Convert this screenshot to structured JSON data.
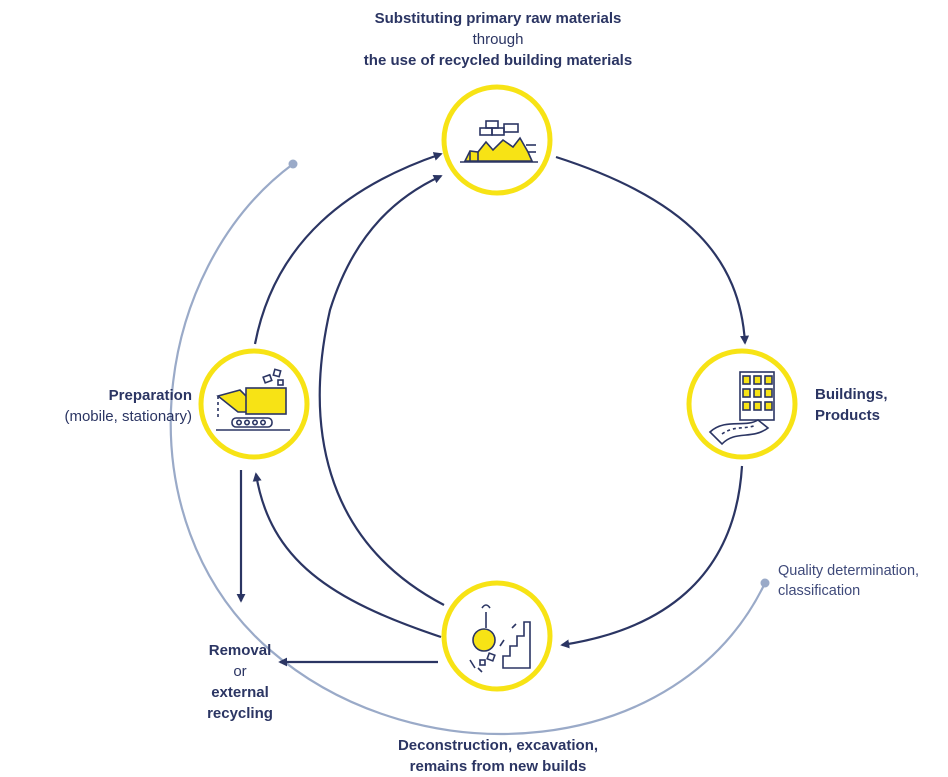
{
  "colors": {
    "navy": "#2b3563",
    "yellow": "#f7e315",
    "light_blue": "#9aaac8"
  },
  "labels": {
    "top": {
      "line1": "Substituting primary raw materials",
      "line2": "through",
      "line3": "the use of recycled building materials"
    },
    "right": {
      "line1": "Buildings,",
      "line2": "Products"
    },
    "bottom": {
      "line1": "Deconstruction, excavation,",
      "line2": "remains from new builds"
    },
    "left": {
      "line1": "Preparation",
      "line2": "(mobile, stationary)"
    },
    "removal": {
      "line1": "Removal",
      "line2": "or",
      "line3": "external",
      "line4": "recycling"
    },
    "quality": {
      "line1": "Quality determination,",
      "line2": "classification"
    }
  },
  "icons": {
    "top": "recycled-materials-pile-icon",
    "right": "building-road-icon",
    "bottom": "wrecking-ball-demolition-icon",
    "left": "crusher-machine-icon"
  }
}
